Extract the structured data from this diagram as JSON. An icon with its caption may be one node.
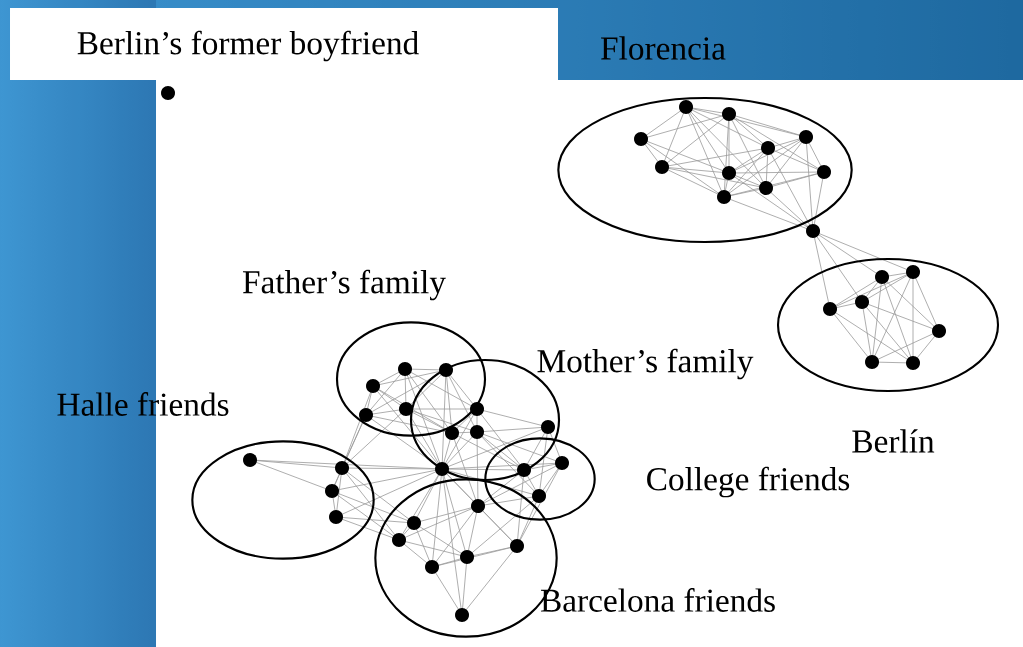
{
  "diagram": {
    "nodes": [
      {
        "text": [],
        "shape": "ellipse",
        "beside": [
          "Florencia"
        ]
      },
      {
        "text": [],
        "shape": "ellipse",
        "beside": [
          "Berlín"
        ]
      },
      {
        "text": [],
        "shape": "ellipse",
        "beside": [
          "Father’s family"
        ]
      },
      {
        "text": [],
        "shape": "ellipse",
        "beside": [
          "Mother’s family"
        ]
      },
      {
        "text": [],
        "shape": "ellipse",
        "beside": [
          "Halle friends"
        ]
      },
      {
        "text": [],
        "shape": "ellipse",
        "beside": [
          "College friends"
        ]
      },
      {
        "text": [],
        "shape": "ellipse",
        "beside": [
          "Barcelona friends"
        ]
      }
    ],
    "labels": [
      "Berlin’s former boyfriend"
    ]
  }
}
